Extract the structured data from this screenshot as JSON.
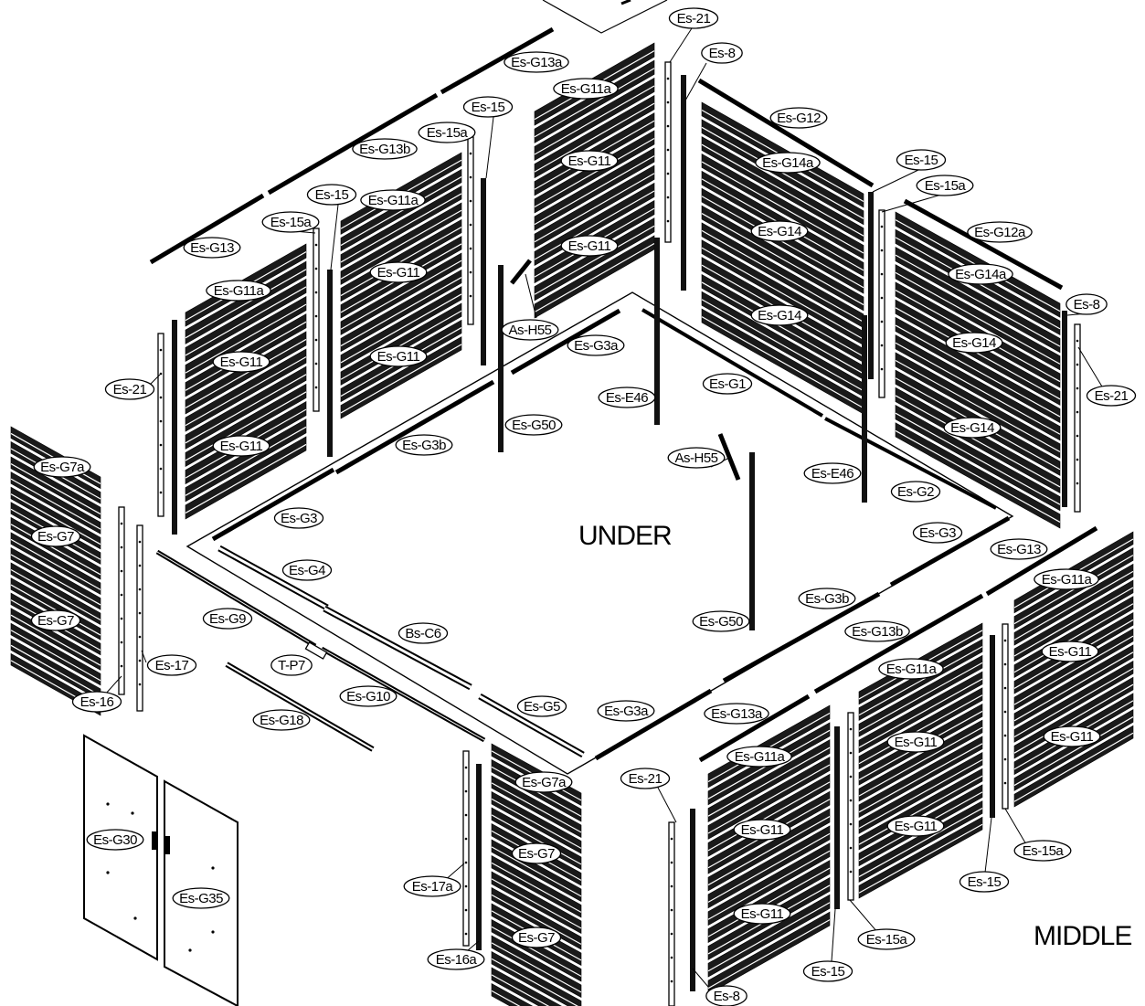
{
  "diagram": {
    "words": {
      "under": "UNDER",
      "middle": "MIDDLE"
    },
    "labels": [
      {
        "id": "l-es21-top",
        "text": "Es-21"
      },
      {
        "id": "l-es8-top",
        "text": "Es-8"
      },
      {
        "id": "l-esg13a-top",
        "text": "Es-G13a"
      },
      {
        "id": "l-esg11a-back",
        "text": "Es-G11a"
      },
      {
        "id": "l-es15-backl",
        "text": "Es-15"
      },
      {
        "id": "l-esg12",
        "text": "Es-G12"
      },
      {
        "id": "l-es15a-backl",
        "text": "Es-15a"
      },
      {
        "id": "l-esg13b-top",
        "text": "Es-G13b"
      },
      {
        "id": "l-esg11-back1",
        "text": "Es-G11"
      },
      {
        "id": "l-esg14a-1",
        "text": "Es-G14a"
      },
      {
        "id": "l-es15-right",
        "text": "Es-15"
      },
      {
        "id": "l-es15a-right",
        "text": "Es-15a"
      },
      {
        "id": "l-es15-left",
        "text": "Es-15"
      },
      {
        "id": "l-esg11a-left2",
        "text": "Es-G11a"
      },
      {
        "id": "l-es15a-left",
        "text": "Es-15a"
      },
      {
        "id": "l-esg14-1",
        "text": "Es-G14"
      },
      {
        "id": "l-esg12a",
        "text": "Es-G12a"
      },
      {
        "id": "l-esg13-left",
        "text": "Es-G13"
      },
      {
        "id": "l-esg11-back2",
        "text": "Es-G11"
      },
      {
        "id": "l-esg11-left2a",
        "text": "Es-G11"
      },
      {
        "id": "l-esg14a-2",
        "text": "Es-G14a"
      },
      {
        "id": "l-esg11a-left1",
        "text": "Es-G11a"
      },
      {
        "id": "l-es8-right",
        "text": "Es-8"
      },
      {
        "id": "l-ash55-top",
        "text": "As-H55"
      },
      {
        "id": "l-esg14-2",
        "text": "Es-G14"
      },
      {
        "id": "l-esg3a-top",
        "text": "Es-G3a"
      },
      {
        "id": "l-esg14-3",
        "text": "Es-G14"
      },
      {
        "id": "l-esg11-left2b",
        "text": "Es-G11"
      },
      {
        "id": "l-esg11-left1a",
        "text": "Es-G11"
      },
      {
        "id": "l-es21-left",
        "text": "Es-21"
      },
      {
        "id": "l-esg1",
        "text": "Es-G1"
      },
      {
        "id": "l-es21-right",
        "text": "Es-21"
      },
      {
        "id": "l-ese46-1",
        "text": "Es-E46"
      },
      {
        "id": "l-esg50-1",
        "text": "Es-G50"
      },
      {
        "id": "l-esg14-4",
        "text": "Es-G14"
      },
      {
        "id": "l-esg11-left1b",
        "text": "Es-G11"
      },
      {
        "id": "l-esg3b-left",
        "text": "Es-G3b"
      },
      {
        "id": "l-ash55-mid",
        "text": "As-H55"
      },
      {
        "id": "l-esg7a-left",
        "text": "Es-G7a"
      },
      {
        "id": "l-ese46-2",
        "text": "Es-E46"
      },
      {
        "id": "l-esg2",
        "text": "Es-G2"
      },
      {
        "id": "l-esg3-left",
        "text": "Es-G3"
      },
      {
        "id": "l-esg7-left1",
        "text": "Es-G7"
      },
      {
        "id": "l-esg3-right",
        "text": "Es-G3"
      },
      {
        "id": "l-esg13-right",
        "text": "Es-G13"
      },
      {
        "id": "l-esg4",
        "text": "Es-G4"
      },
      {
        "id": "l-esg11a-fr1",
        "text": "Es-G11a"
      },
      {
        "id": "l-esg3b-right",
        "text": "Es-G3b"
      },
      {
        "id": "l-esg9",
        "text": "Es-G9"
      },
      {
        "id": "l-esg7-left2",
        "text": "Es-G7"
      },
      {
        "id": "l-esg50-2",
        "text": "Es-G50"
      },
      {
        "id": "l-esg13b-right",
        "text": "Es-G13b"
      },
      {
        "id": "l-bsc6",
        "text": "Bs-C6"
      },
      {
        "id": "l-esg11-fr1a",
        "text": "Es-G11"
      },
      {
        "id": "l-tp7",
        "text": "T-P7"
      },
      {
        "id": "l-es17",
        "text": "Es-17"
      },
      {
        "id": "l-esg11a-fr2",
        "text": "Es-G11a"
      },
      {
        "id": "l-esg10",
        "text": "Es-G10"
      },
      {
        "id": "l-es16",
        "text": "Es-16"
      },
      {
        "id": "l-esg5",
        "text": "Es-G5"
      },
      {
        "id": "l-esg3a-bottom",
        "text": "Es-G3a"
      },
      {
        "id": "l-esg13a-right",
        "text": "Es-G13a"
      },
      {
        "id": "l-esg18",
        "text": "Es-G18"
      },
      {
        "id": "l-esg11-fr1b",
        "text": "Es-G11"
      },
      {
        "id": "l-esg11-fr2a",
        "text": "Es-G11"
      },
      {
        "id": "l-esg11a-fr3",
        "text": "Es-G11a"
      },
      {
        "id": "l-es21-bottom",
        "text": "Es-21"
      },
      {
        "id": "l-esg7a-front",
        "text": "Es-G7a"
      },
      {
        "id": "l-esg30",
        "text": "Es-G30"
      },
      {
        "id": "l-esg11-fr3a",
        "text": "Es-G11"
      },
      {
        "id": "l-esg11-fr2b",
        "text": "Es-G11"
      },
      {
        "id": "l-esg7-front1",
        "text": "Es-G7"
      },
      {
        "id": "l-es15a-fr1",
        "text": "Es-15a"
      },
      {
        "id": "l-es17a",
        "text": "Es-17a"
      },
      {
        "id": "l-es15-fr1",
        "text": "Es-15"
      },
      {
        "id": "l-esg35",
        "text": "Es-G35"
      },
      {
        "id": "l-esg11-fr3b",
        "text": "Es-G11"
      },
      {
        "id": "l-esg7-front2",
        "text": "Es-G7"
      },
      {
        "id": "l-es15a-fr2",
        "text": "Es-15a"
      },
      {
        "id": "l-es16a",
        "text": "Es-16a"
      },
      {
        "id": "l-es15-fr2",
        "text": "Es-15"
      },
      {
        "id": "l-es8-bottom",
        "text": "Es-8"
      }
    ]
  }
}
